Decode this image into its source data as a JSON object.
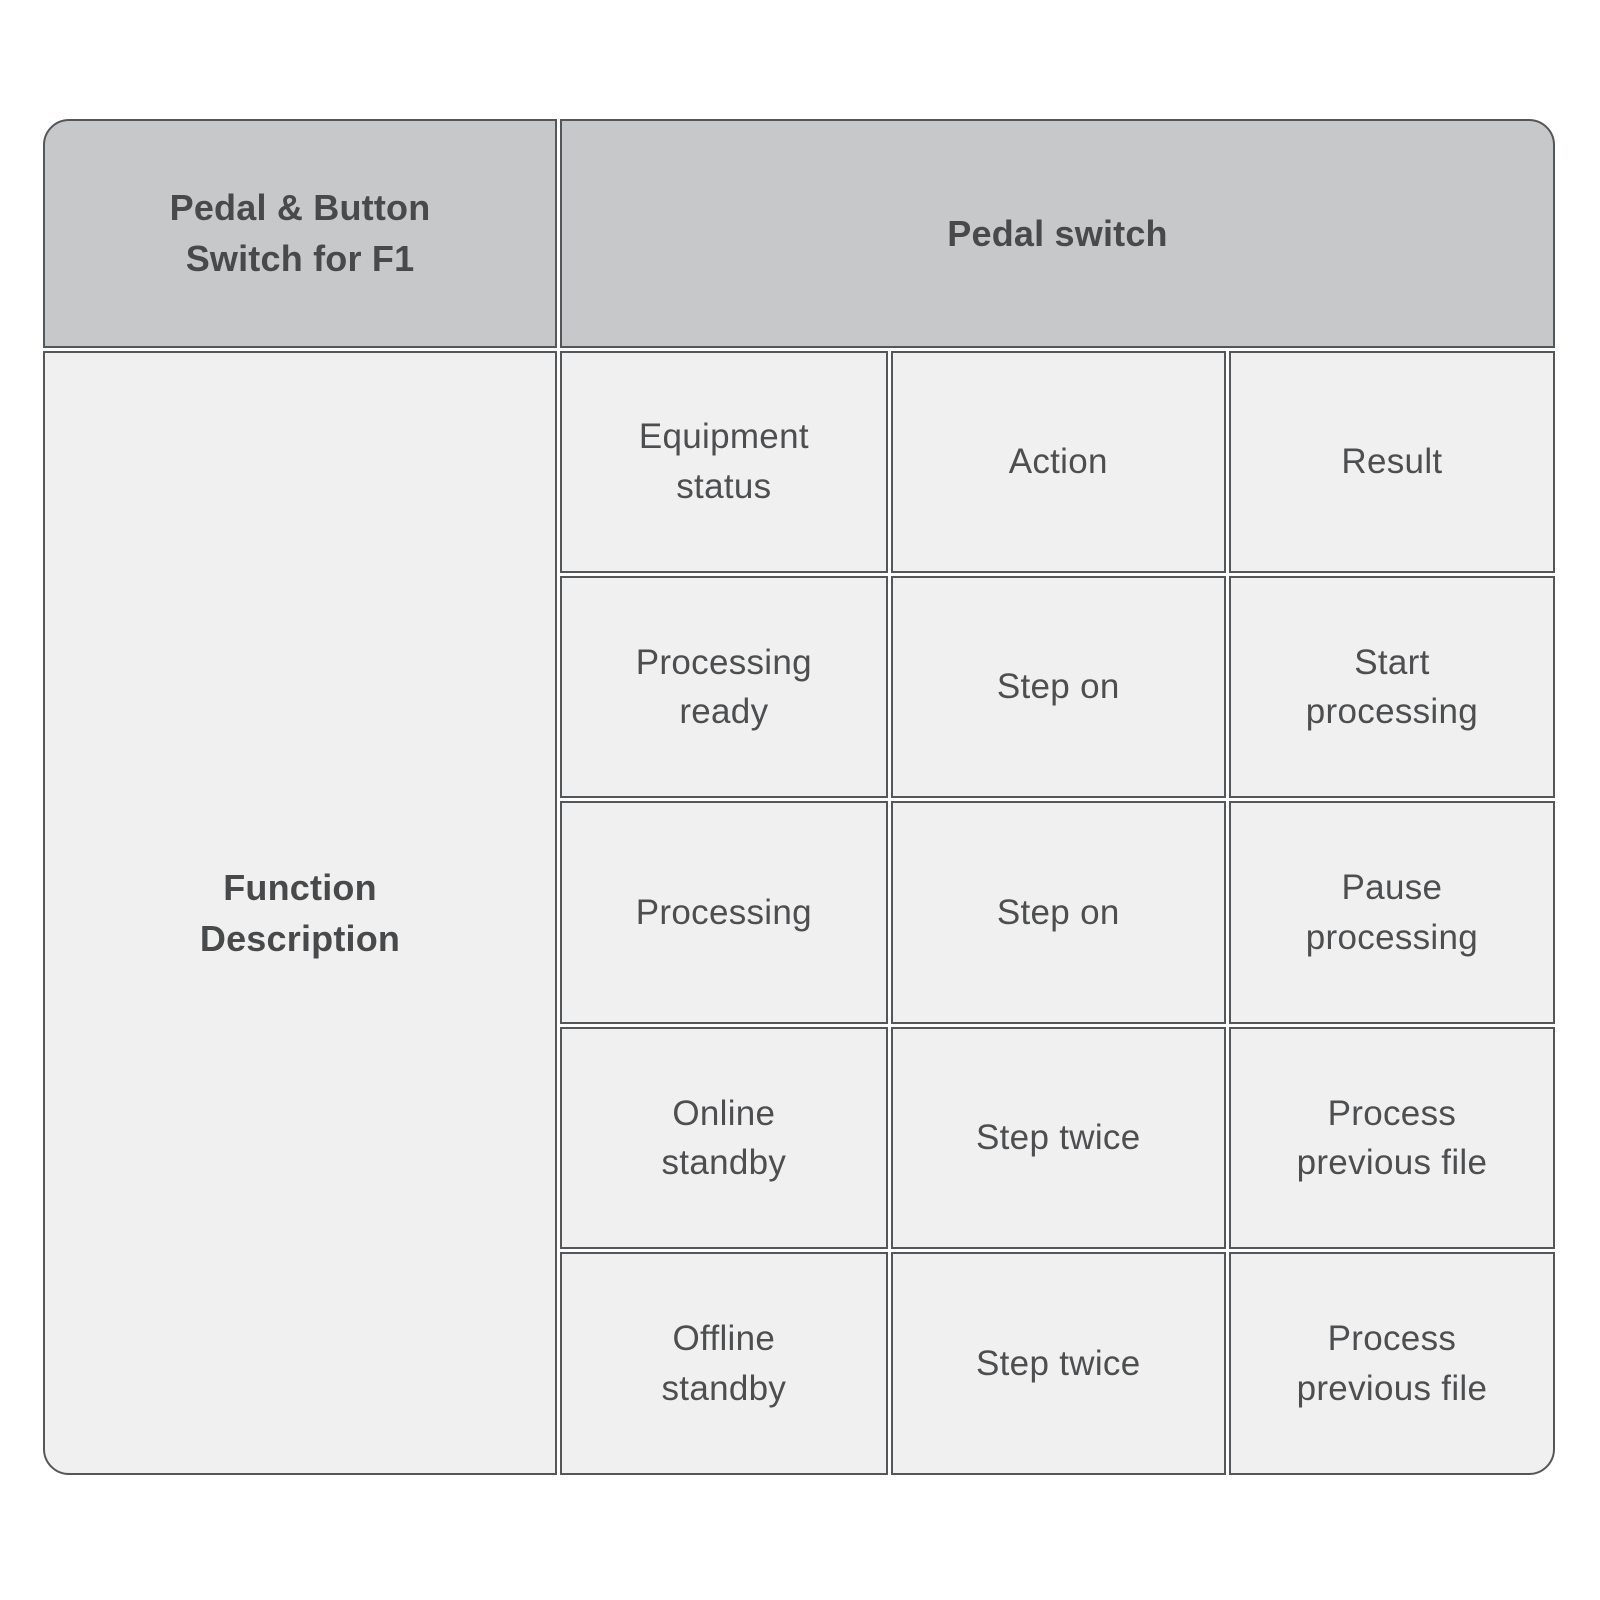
{
  "table": {
    "corner_header": "Pedal & Button\nSwitch for F1",
    "pedal_switch_header": "Pedal switch",
    "function_description_header": "Function\nDescription",
    "sub_headers": {
      "equipment_status": "Equipment\nstatus",
      "action": "Action",
      "result": "Result"
    },
    "rows": [
      {
        "equipment_status": "Processing\nready",
        "action": "Step on",
        "result": "Start\nprocessing"
      },
      {
        "equipment_status": "Processing",
        "action": "Step on",
        "result": "Pause\nprocessing"
      },
      {
        "equipment_status": "Online\nstandby",
        "action": "Step twice",
        "result": "Process\nprevious file"
      },
      {
        "equipment_status": "Offline\nstandby",
        "action": "Step twice",
        "result": "Process\nprevious file"
      }
    ],
    "colors": {
      "header_bg": "#c7c8ca",
      "body_bg": "#f0f0f0",
      "border": "#54575a",
      "header_text": "#48494b",
      "body_text": "#4d4e50",
      "page_bg": "#ffffff"
    }
  }
}
